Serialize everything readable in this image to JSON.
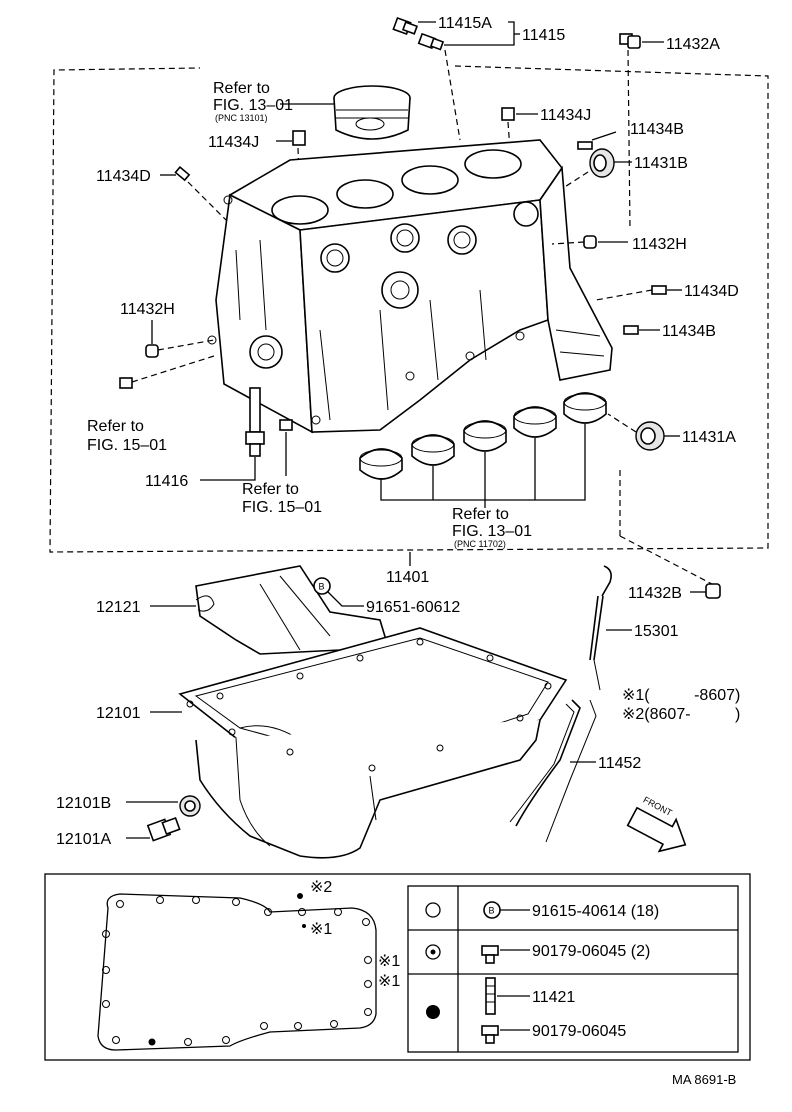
{
  "labels": {
    "p11415a": "11415A",
    "p11415": "11415",
    "p11432a": "11432A",
    "ref_fig13_top_1": "Refer to",
    "ref_fig13_top_2": "FIG. 13–01",
    "ref_fig13_top_3": "(PNC 13101)",
    "p11434j_right": "11434J",
    "p11434j_left": "11434J",
    "p11434b_top": "11434B",
    "p11431b": "11431B",
    "p11434d_left": "11434D",
    "p11432h_right": "11432H",
    "p11434d_right": "11434D",
    "p11432h_left": "11432H",
    "p11434b_mid": "11434B",
    "ref_fig15_left_1": "Refer to",
    "ref_fig15_left_2": "FIG. 15–01",
    "p11431a": "11431A",
    "p11416": "11416",
    "ref_fig15_mid_1": "Refer to",
    "ref_fig15_mid_2": "FIG. 15–01",
    "ref_fig13_bot_1": "Refer to",
    "ref_fig13_bot_2": "FIG. 13–01",
    "ref_fig13_bot_3": "(PNC 11702)",
    "p11401": "11401",
    "p11432b": "11432B",
    "p12121": "12121",
    "p91651": "91651-60612",
    "p15301": "15301",
    "note1": "※1(          -8607)",
    "note2": "※2(8607-          )",
    "p12101": "12101",
    "p11452": "11452",
    "p12101b": "12101B",
    "p12101a": "12101A",
    "front": "FRONT",
    "circle_b": "B",
    "legend_mark2": "※2",
    "legend_mark1_top": "※1",
    "legend_mark1_r1": "※1",
    "legend_mark1_r2": "※1",
    "legend_row1": "91615-40614 (18)",
    "legend_row2": "90179-06045 (2)",
    "legend_row3a": "11421",
    "legend_row3b": "90179-06045",
    "figure_code": "MA 8691-B"
  },
  "icons": {
    "bolt": "bolt-icon",
    "plug": "drain-plug-icon",
    "piston": "piston-icon",
    "bearing": "bearing-shell-icon",
    "seal": "oil-seal-icon",
    "dipstick": "dipstick-icon",
    "gasket": "gasket-outline-icon",
    "arrow": "front-arrow-icon"
  }
}
